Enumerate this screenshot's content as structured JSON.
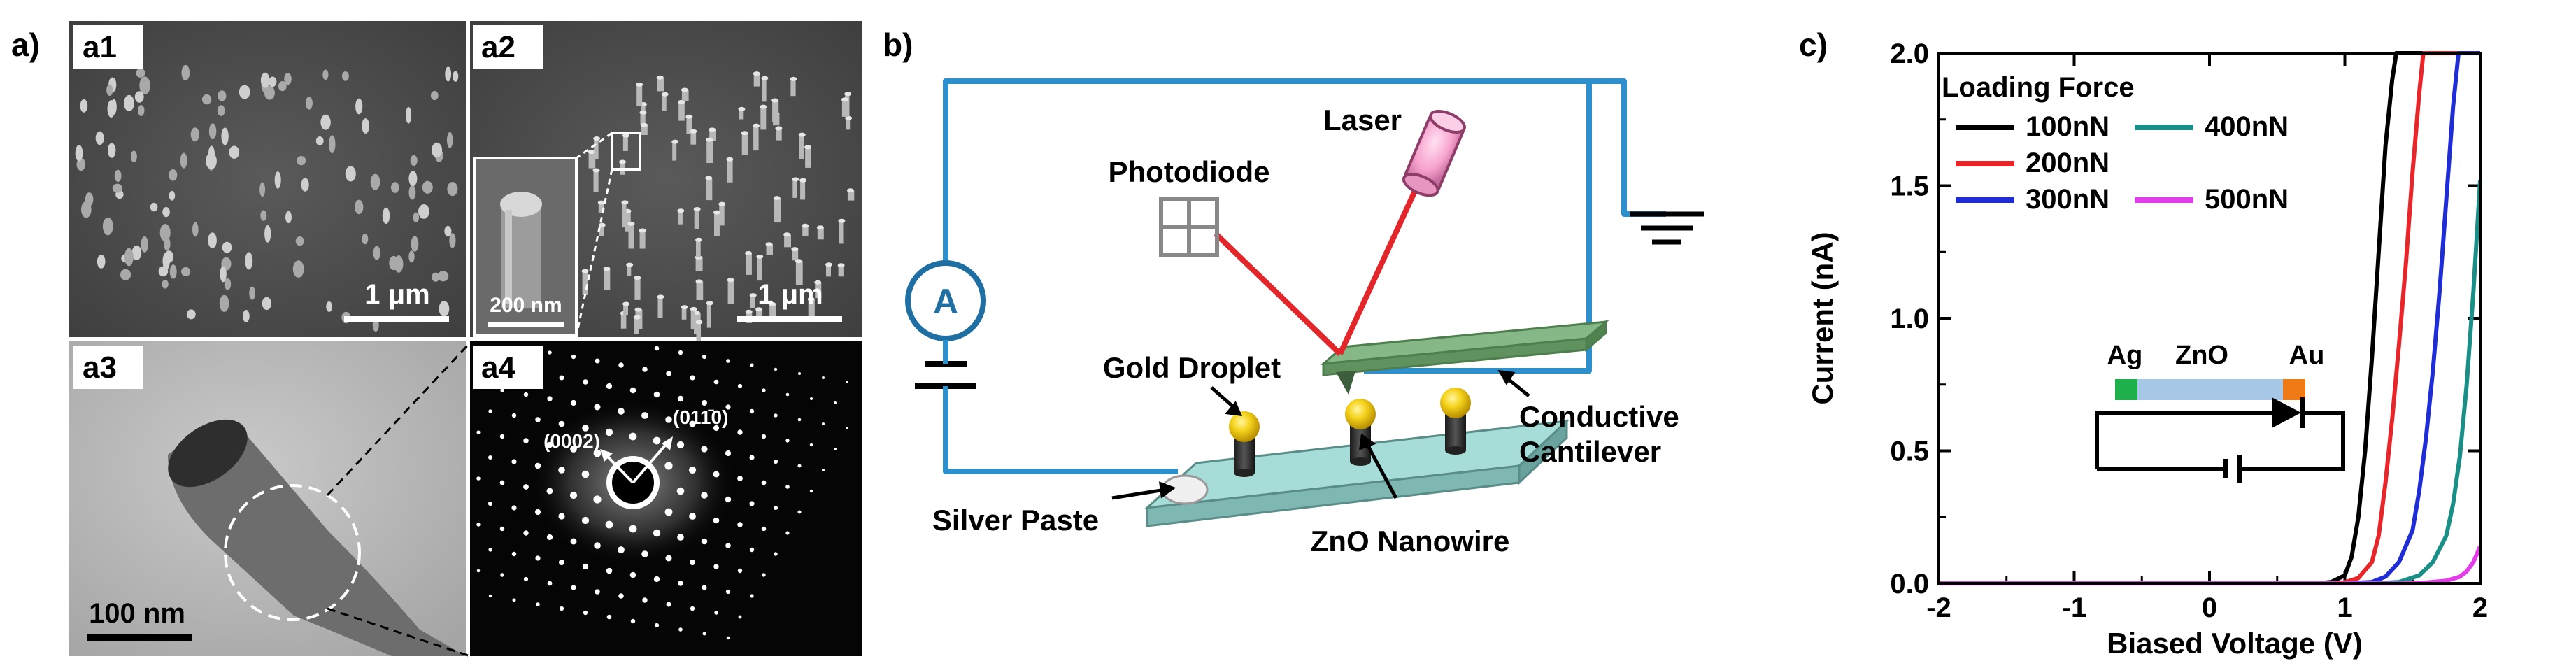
{
  "panel_labels": {
    "a": "a)",
    "b": "b)",
    "c": "c)"
  },
  "panel_a": {
    "a1": {
      "label": "a1",
      "scale": "1 μm"
    },
    "a2": {
      "label": "a2",
      "scale": "1 μm",
      "inset_scale": "200 nm"
    },
    "a3": {
      "label": "a3",
      "scale": "100 nm"
    },
    "a4": {
      "label": "a4",
      "spot1": "(0002)",
      "spot2": "(011̄0)"
    }
  },
  "panel_b": {
    "ammeter": "A",
    "photodiode": "Photodiode",
    "laser": "Laser",
    "gold_droplet": "Gold Droplet",
    "cantilever_line1": "Conductive",
    "cantilever_line2": "Cantilever",
    "silver_paste": "Silver Paste",
    "nanowire": "ZnO Nanowire"
  },
  "panel_c": {
    "inset": {
      "ag": "Ag",
      "zno": "ZnO",
      "au": "Au"
    }
  },
  "chart_data": {
    "type": "line",
    "title": "",
    "xlabel": "Biased Voltage (V)",
    "ylabel": "Current (nA)",
    "xlim": [
      -2,
      2
    ],
    "ylim": [
      0,
      2.0
    ],
    "xticks": [
      -2,
      -1,
      0,
      1,
      2
    ],
    "yticks": [
      0.0,
      0.5,
      1.0,
      1.5,
      2.0
    ],
    "xtick_labels": [
      "-2",
      "-1",
      "0",
      "1",
      "2"
    ],
    "ytick_labels": [
      "0.0",
      "0.5",
      "1.0",
      "1.5",
      "2.0"
    ],
    "legend_title": "Loading Force",
    "legend_placement": "top-left",
    "grid": false,
    "series": [
      {
        "name": "100nN",
        "color": "#000000",
        "x": [
          -2,
          0.8,
          0.9,
          1.0,
          1.05,
          1.1,
          1.15,
          1.2,
          1.25,
          1.3,
          1.35,
          1.38,
          2.0
        ],
        "y": [
          0,
          0,
          0.005,
          0.03,
          0.1,
          0.25,
          0.5,
          0.85,
          1.25,
          1.65,
          1.9,
          2.0,
          2.0
        ]
      },
      {
        "name": "200nN",
        "color": "#e8262a",
        "x": [
          -2,
          0.9,
          1.0,
          1.1,
          1.2,
          1.25,
          1.3,
          1.35,
          1.4,
          1.45,
          1.5,
          1.55,
          1.58,
          2.0
        ],
        "y": [
          0,
          0,
          0.004,
          0.02,
          0.08,
          0.18,
          0.38,
          0.62,
          0.9,
          1.2,
          1.55,
          1.85,
          2.0,
          2.0
        ]
      },
      {
        "name": "300nN",
        "color": "#1e2dd6",
        "x": [
          -2,
          1.0,
          1.2,
          1.3,
          1.4,
          1.5,
          1.55,
          1.6,
          1.65,
          1.7,
          1.75,
          1.8,
          1.84,
          2.0
        ],
        "y": [
          0,
          0,
          0.005,
          0.025,
          0.08,
          0.2,
          0.35,
          0.55,
          0.8,
          1.1,
          1.45,
          1.8,
          2.0,
          2.0
        ]
      },
      {
        "name": "400nN",
        "color": "#1a8f88",
        "x": [
          -2,
          1.2,
          1.4,
          1.55,
          1.65,
          1.75,
          1.8,
          1.85,
          1.9,
          1.95,
          2.0
        ],
        "y": [
          0,
          0,
          0.005,
          0.03,
          0.08,
          0.18,
          0.3,
          0.48,
          0.75,
          1.1,
          1.52
        ]
      },
      {
        "name": "500nN",
        "color": "#e23de8",
        "x": [
          -2,
          1.4,
          1.6,
          1.75,
          1.85,
          1.9,
          1.95,
          2.0
        ],
        "y": [
          0,
          0,
          0.003,
          0.01,
          0.025,
          0.045,
          0.08,
          0.14
        ]
      }
    ]
  }
}
